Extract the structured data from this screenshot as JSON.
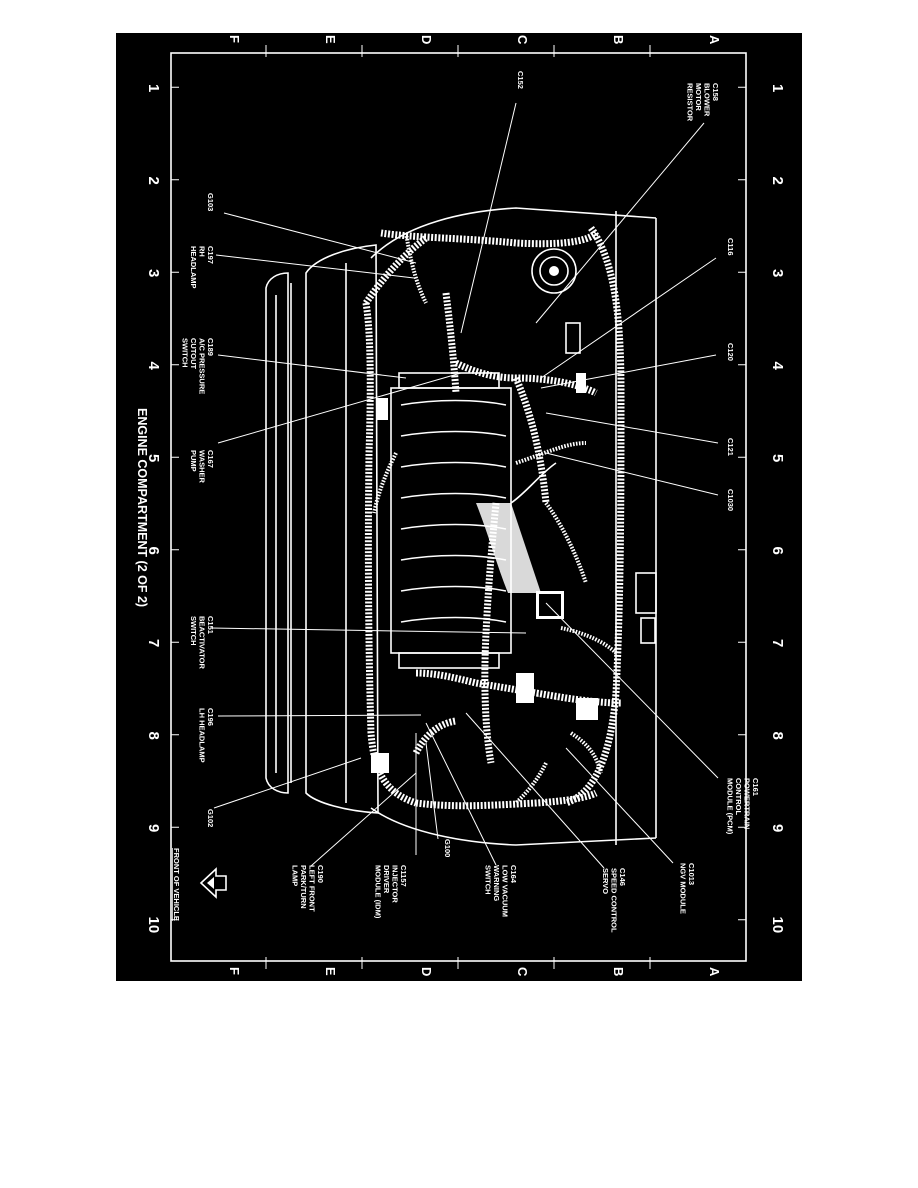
{
  "title": "ENGINE COMPARTMENT (2 OF 2)",
  "front_label": "FRONT OF VEHICLE",
  "grid": {
    "numbers": [
      "1",
      "2",
      "3",
      "4",
      "5",
      "6",
      "7",
      "8",
      "9",
      "10"
    ],
    "letters": [
      "A",
      "B",
      "C",
      "D",
      "E",
      "F"
    ]
  },
  "callouts": {
    "c158": [
      "C158",
      "BLOWER",
      "MOTOR",
      "RESISTOR"
    ],
    "c152": [
      "C152"
    ],
    "g103": [
      "G103"
    ],
    "c197": [
      "C197",
      "RH",
      "HEADLAMP"
    ],
    "c189": [
      "C189",
      "A/C PRESSURE",
      "CUTOUT",
      "SWITCH"
    ],
    "c167": [
      "C167",
      "WASHER",
      "PUMP"
    ],
    "c151": [
      "C151",
      "BEACTIVATOR",
      "SWITCH"
    ],
    "c196": [
      "C196",
      "LH HEADLAMP"
    ],
    "g102": [
      "G102"
    ],
    "c190": [
      "C190",
      "LEFT FRONT",
      "PARK/TURN",
      "LAMP"
    ],
    "g100": [
      "G100"
    ],
    "c1157": [
      "C1157",
      "INJECTOR",
      "DRIVER",
      "MODULE (IDM)"
    ],
    "c164": [
      "C164",
      "LOW VACUUM",
      "WARNING",
      "SWITCH"
    ],
    "c146": [
      "C146",
      "SPEED CONTROL",
      "SERVO"
    ],
    "c1013": [
      "C1013",
      "NGV MODULE"
    ],
    "c161": [
      "C161",
      "POWERTRAIN",
      "CONTROL",
      "MODULE (PCM)"
    ],
    "c1030": [
      "C1030"
    ],
    "c121": [
      "C121"
    ],
    "c120": [
      "C120"
    ],
    "c116": [
      "C116"
    ]
  }
}
